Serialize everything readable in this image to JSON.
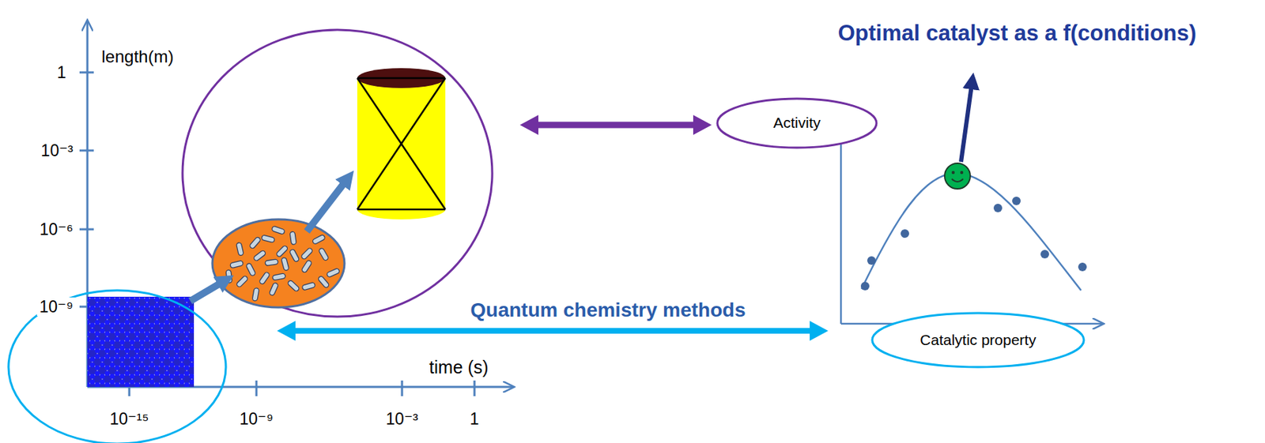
{
  "diagram": {
    "nodes": [
      {
        "text": [
          "Activity"
        ]
      },
      {
        "text": [
          "Catalytic property"
        ]
      }
    ],
    "labels": [
      "length(m)",
      "1",
      "10⁻³",
      "10⁻⁶",
      "10⁻⁹",
      "10⁻¹⁵",
      "10⁻⁹",
      "10⁻³",
      "1",
      "time (s)",
      "Quantum chemistry methods",
      "Optimal catalyst as a f(conditions)"
    ]
  }
}
